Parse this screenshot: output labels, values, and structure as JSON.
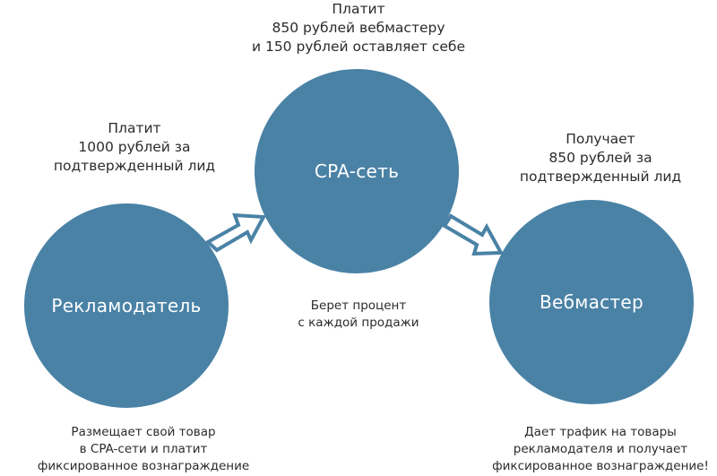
{
  "colors": {
    "node_fill": "#4a82a6",
    "node_text": "#ffffff",
    "text": "#2b2b2b",
    "background": "#ffffff"
  },
  "nodes": {
    "advertiser": {
      "label": "Рекламодатель",
      "top_note": [
        "Платит",
        "1000 рублей за",
        "подтвержденный лид"
      ],
      "bottom_note": [
        "Размещает свой товар",
        "в CPA-сети и платит",
        "фиксированное вознаграждение"
      ]
    },
    "network": {
      "label": "CPA-сеть",
      "top_note": [
        "Платит",
        "850 рублей вебмастеру",
        "и 150 рублей оставляет себе"
      ],
      "bottom_note": [
        "Берет процент",
        "с каждой продажи"
      ]
    },
    "webmaster": {
      "label": "Вебмастер",
      "top_note": [
        "Получает",
        "850 рублей за",
        "подтвержденный лид"
      ],
      "bottom_note": [
        "Дает трафик на товары",
        "рекламодателя и получает",
        "фиксированное вознаграждение!"
      ]
    }
  },
  "arrows": [
    {
      "from": "advertiser",
      "to": "network",
      "icon": "outline-arrow-icon"
    },
    {
      "from": "network",
      "to": "webmaster",
      "icon": "outline-arrow-icon"
    }
  ]
}
